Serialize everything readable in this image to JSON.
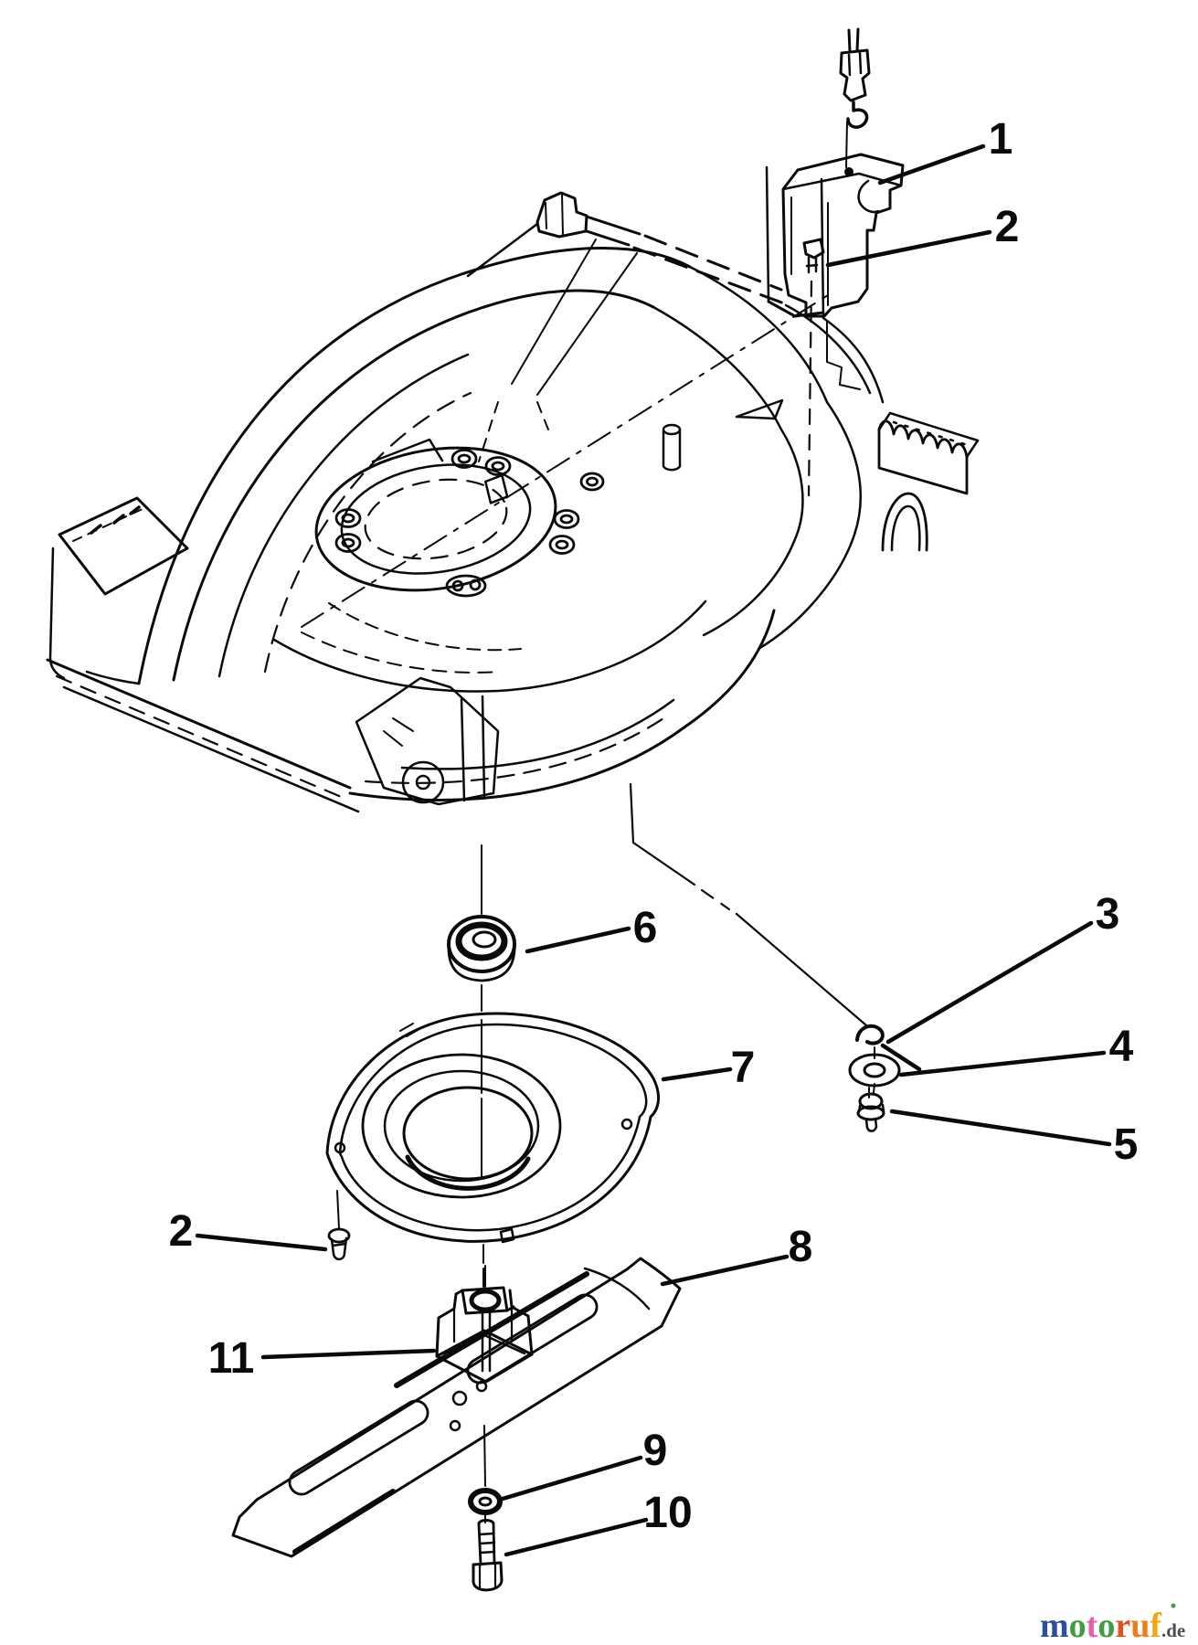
{
  "figure": {
    "background": "#ffffff",
    "ink": "#0a0a0a",
    "callouts": [
      {
        "id": "1",
        "label": "1"
      },
      {
        "id": "2-top",
        "label": "2"
      },
      {
        "id": "3",
        "label": "3"
      },
      {
        "id": "4",
        "label": "4"
      },
      {
        "id": "5",
        "label": "5"
      },
      {
        "id": "6",
        "label": "6"
      },
      {
        "id": "7",
        "label": "7"
      },
      {
        "id": "2-bottom",
        "label": "2"
      },
      {
        "id": "8",
        "label": "8"
      },
      {
        "id": "11",
        "label": "11"
      },
      {
        "id": "9",
        "label": "9"
      },
      {
        "id": "10",
        "label": "10"
      }
    ]
  },
  "watermark": {
    "letters": [
      {
        "char": "m",
        "color": "#2c4f9c"
      },
      {
        "char": "o",
        "color": "#3f9e3f"
      },
      {
        "char": "t",
        "color": "#e960a2"
      },
      {
        "char": "o",
        "color": "#3f9e3f"
      },
      {
        "char": "r",
        "color": "#e0521c"
      },
      {
        "char": "u",
        "color": "#ef7d1a"
      },
      {
        "char": "f",
        "color": "#f0a80c"
      }
    ],
    "suffix": ".de",
    "suffix_color": "#4d4d4d",
    "dot_color": "#3f9e3f"
  }
}
